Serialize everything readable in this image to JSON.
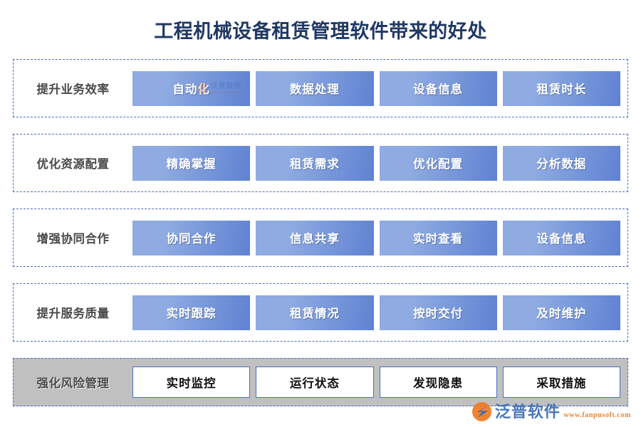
{
  "title": "工程机械设备租赁管理软件带来的好处",
  "theme": {
    "title_color": "#1f3864",
    "card_gradient_from": "#8fabe2",
    "card_gradient_to": "#5f82d2",
    "row_border_color": "#4a6fbf",
    "highlight_row_bg": "#c0c0c0",
    "label_color": "#4a4a4a",
    "brand_orange": "#ef7a21",
    "brand_blue": "#3a6bb5"
  },
  "rows": [
    {
      "label": "提升业务效率",
      "highlight": false,
      "cards": [
        "自动化",
        "数据处理",
        "设备信息",
        "租赁时长"
      ]
    },
    {
      "label": "优化资源配置",
      "highlight": false,
      "cards": [
        "精确掌握",
        "租赁需求",
        "优化配置",
        "分析数据"
      ]
    },
    {
      "label": "增强协同合作",
      "highlight": false,
      "cards": [
        "协同合作",
        "信息共享",
        "实时查看",
        "设备信息"
      ]
    },
    {
      "label": "提升服务质量",
      "highlight": false,
      "cards": [
        "实时跟踪",
        "租赁情况",
        "按时交付",
        "及时维护"
      ]
    },
    {
      "label": "强化风险管理",
      "highlight": true,
      "cards": [
        "实时监控",
        "运行状态",
        "发现隐患",
        "采取措施"
      ]
    }
  ],
  "watermark": {
    "name": "泛普软件",
    "sub": "FANPU SOFTWARE"
  },
  "logo": {
    "name": "泛普软件",
    "url": "www.fanpusoft.com"
  }
}
